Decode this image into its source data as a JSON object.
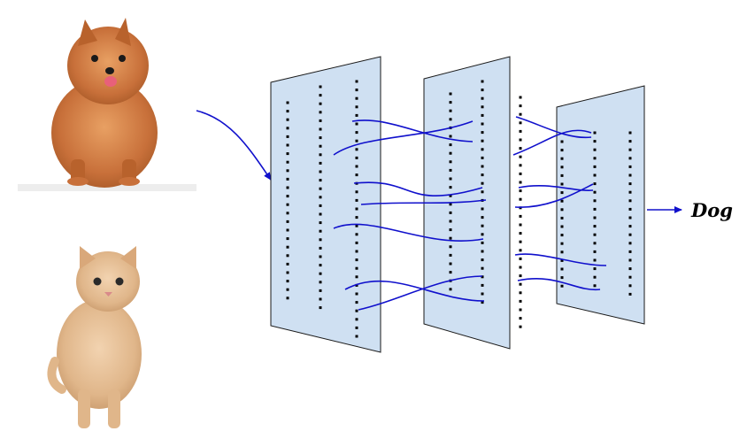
{
  "output": {
    "label": "Dog"
  },
  "images": {
    "top_icon": "pomeranian-dog-photo",
    "bottom_icon": "kitten-photo"
  },
  "colors": {
    "panel_fill": "#cfe0f2",
    "panel_stroke": "#1a1a1a",
    "connection": "#1010cc",
    "dots": "#000000"
  }
}
